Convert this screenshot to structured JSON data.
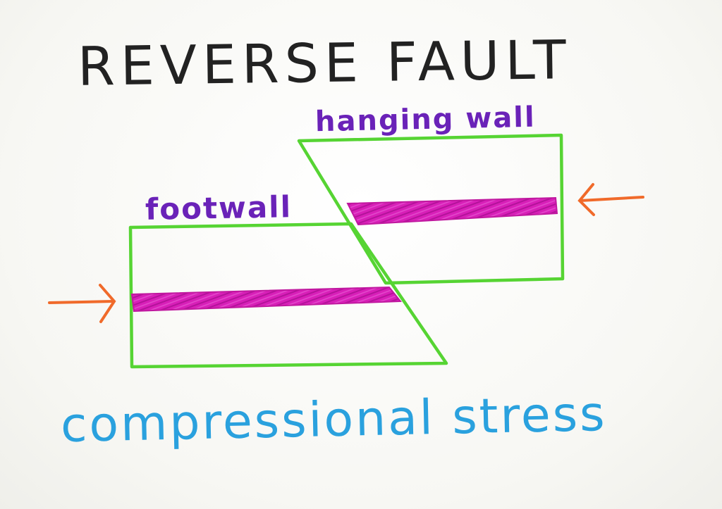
{
  "title": "REVERSE FAULT",
  "labels": {
    "hanging_wall": "hanging wall",
    "footwall": "footwall",
    "stress": "compressional stress"
  },
  "colors": {
    "title": "#222222",
    "wall_labels": "#6a22b8",
    "stress_label": "#2aa1de",
    "block_outline": "#56d433",
    "rock_layer": "#d81fb8",
    "arrows": "#f06a2a"
  }
}
